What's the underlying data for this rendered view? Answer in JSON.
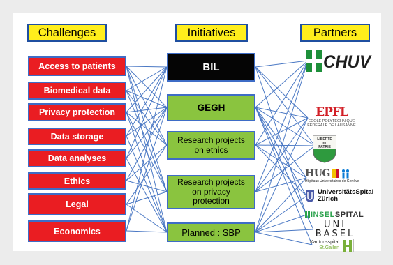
{
  "headers": {
    "challenges": "Challenges",
    "initiatives": "Initiatives",
    "partners": "Partners"
  },
  "challenges": [
    "Access to patients",
    "Biomedical data",
    "Privacy protection",
    "Data storage",
    "Data analyses",
    "Ethics",
    "Legal",
    "Economics"
  ],
  "initiatives": {
    "bil": "BIL",
    "gegh": "GEGH",
    "research_ethics": [
      "Research projects",
      "on ethics"
    ],
    "research_privacy": [
      "Research projects",
      "on privacy",
      "protection"
    ],
    "planned_sbp": "Planned : SBP"
  },
  "partners": {
    "chuv": "CHUV",
    "epfl": "EPFL",
    "epfl_sub": [
      "ÉCOLE POLYTECHNIQUE",
      "FÉDÉRALE DE LAUSANNE"
    ],
    "vaud_motto": [
      "LIBERTÉ",
      "ET",
      "PATRIE"
    ],
    "hug": "HUG",
    "hug_sub": "Hôpitaux Universitaires de Genève",
    "usz": [
      "UniversitätsSpital",
      "Zürich"
    ],
    "insel": [
      "INSEL",
      "SPITAL"
    ],
    "unibasel": [
      "UNI",
      "BASEL"
    ],
    "kssg": [
      "Kantonsspital",
      "St.Gallen"
    ]
  },
  "colors": {
    "header_fill": "#ffee1c",
    "challenge_fill": "#ea1d22",
    "initiative_green": "#8ac43f",
    "initiative_black": "#050505",
    "border_blue": "#3e6cc6",
    "link_line": "#4a78c4"
  }
}
